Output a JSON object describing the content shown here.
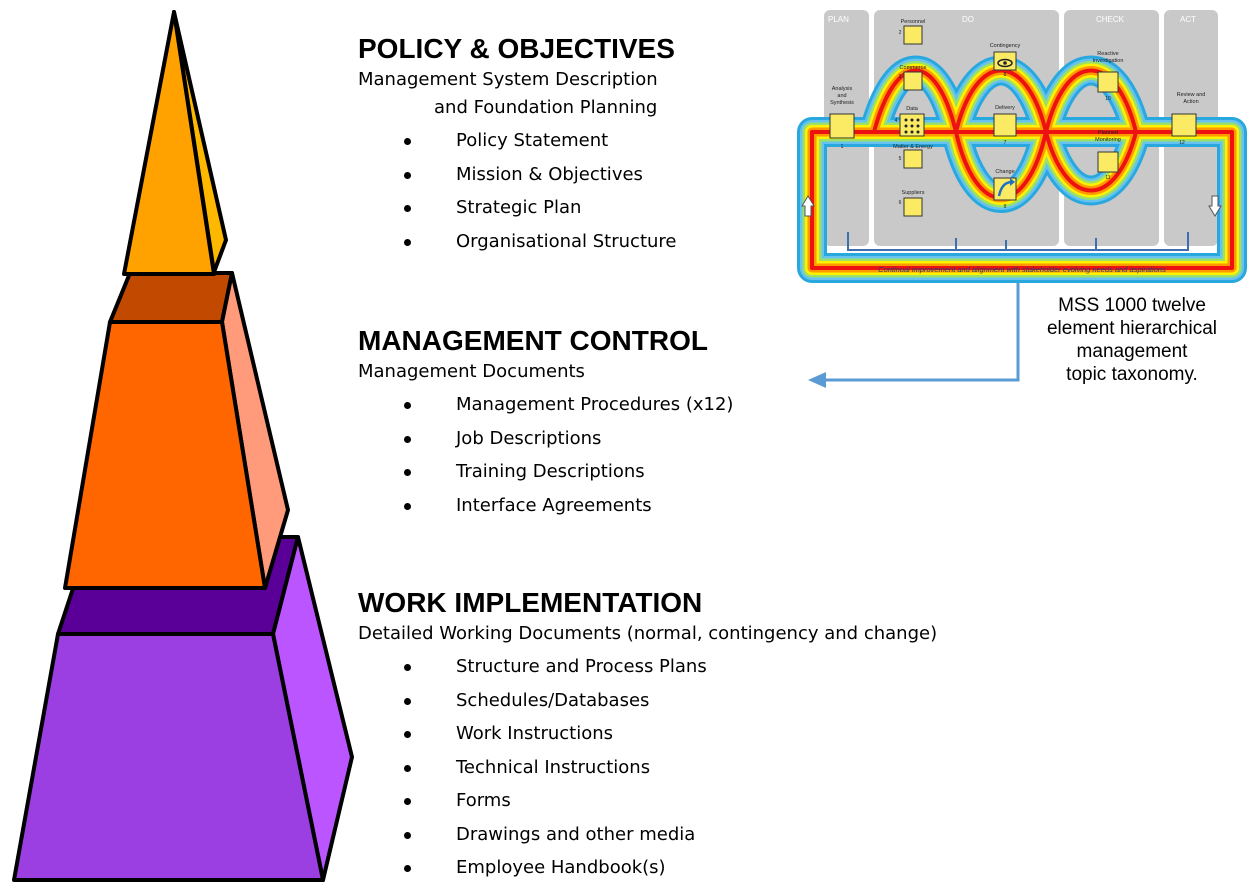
{
  "policy": {
    "heading": "POLICY & OBJECTIVES",
    "subtitle_line1": "Management System Description",
    "subtitle_line2": "and Foundation Planning",
    "bullets": [
      "Policy Statement",
      "Mission & Objectives",
      "Strategic Plan",
      "Organisational Structure"
    ]
  },
  "control": {
    "heading": "MANAGEMENT CONTROL",
    "subtitle": "Management Documents",
    "bullets": [
      "Management Procedures (x12)",
      "Job Descriptions",
      "Training Descriptions",
      "Interface Agreements"
    ]
  },
  "work": {
    "heading": "WORK IMPLEMENTATION",
    "subtitle": "Detailed Working Documents (normal, contingency and change)",
    "bullets": [
      "Structure and Process Plans",
      "Schedules/Databases",
      "Work Instructions",
      "Technical Instructions",
      "Forms",
      "Drawings and other media",
      "Employee Handbook(s)"
    ]
  },
  "mss_diagram": {
    "phases": [
      "PLAN",
      "DO",
      "CHECK",
      "ACT"
    ],
    "elements": {
      "personnel": "Personnel",
      "personnel_num": "2",
      "commerce": "Commerce",
      "commerce_num": "3",
      "data": "Data",
      "data_num": "4",
      "matter": "Matter & Energy",
      "matter_num": "5",
      "suppliers": "Suppliers",
      "suppliers_num": "6",
      "analysis_1": "Analysis",
      "analysis_2": "and",
      "analysis_3": "Synthesis",
      "analysis_num": "1",
      "contingency": "Contingency",
      "contingency_num": "8",
      "delivery": "Delivery",
      "delivery_num": "7",
      "change": "Change",
      "change_num": "9",
      "reactive_1": "Reactive",
      "reactive_2": "Investigation",
      "reactive_num": "10",
      "planned_1": "Planned",
      "planned_2": "Monitoring",
      "planned_num": "11",
      "review_1": "Review and",
      "review_2": "Action",
      "review_num": "12"
    },
    "banner": "Continual improvement and alignment with stakeholder evolving needs and aspirations"
  },
  "caption": {
    "line1": "MSS 1000 twelve",
    "line2": "element hierarchical",
    "line3": "management",
    "line4": "topic taxonomy."
  },
  "colors": {
    "top_tier": "#ffa500",
    "middle_tier": "#ff6600",
    "bottom_tier": "#9933dd",
    "connector": "#5b9bd5"
  },
  "icons": [
    "pyramid-diagram",
    "arrow-left-icon",
    "pdca-loop-diagram"
  ]
}
